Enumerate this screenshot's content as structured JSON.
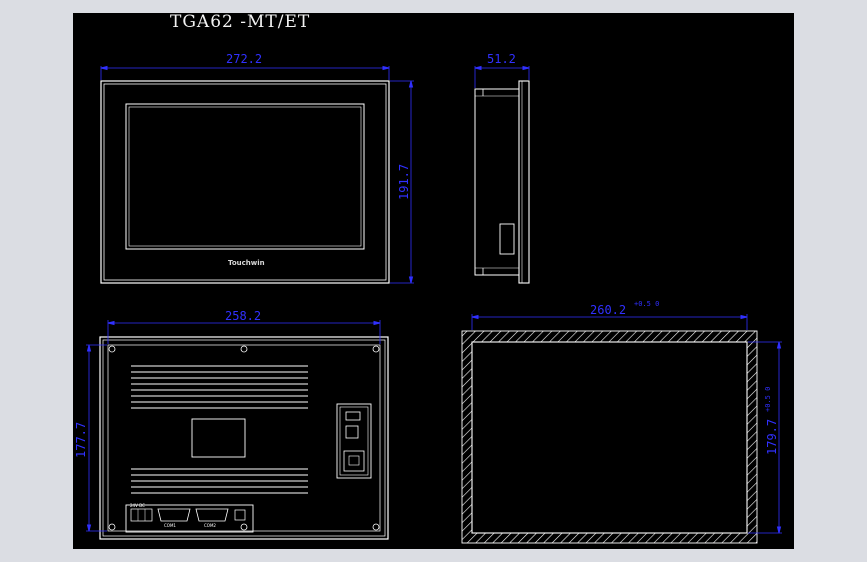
{
  "drawing": {
    "title": "TGA62 -MT/ET",
    "brand": "Touchwin",
    "dimensions": {
      "front_width": "272.2",
      "front_height": "191.7",
      "side_depth": "51.2",
      "back_width": "258.2",
      "back_height": "177.7",
      "cutout_width": "260.2",
      "cutout_width_tol": "+0.5 0",
      "cutout_height": "179.7",
      "cutout_height_tol": "+0.5 0"
    },
    "ports": {
      "port_a": "COM1",
      "port_b": "COM2",
      "power": "24V DC"
    },
    "colors": {
      "background": "#dbdde3",
      "canvas": "#000000",
      "outline": "#ffffff",
      "dimension": "#3030ff"
    }
  }
}
